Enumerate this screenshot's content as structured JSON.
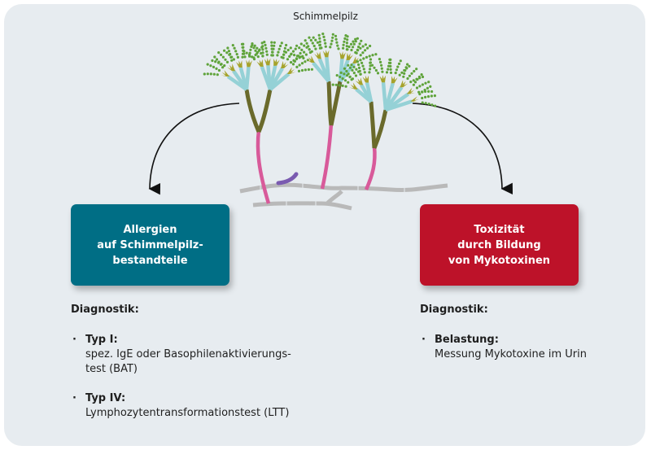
{
  "title": "Schimmelpilz",
  "colors": {
    "background_panel": "#e7ecf0",
    "allergy_box": "#006e85",
    "toxicity_box": "#bd1229",
    "spores": "#5fa33a",
    "phialides": "#a6a32c",
    "conidiophore_tips": "#95d1d6",
    "stalk_upper": "#6a6a2b",
    "stalk_lower": "#d85a9a",
    "hyphae": "#b9b9b9",
    "germ_tube": "#7a5bb0"
  },
  "illustration": {
    "label": "mold-illustration",
    "arrows": [
      "left-arrow",
      "right-arrow"
    ]
  },
  "left": {
    "box_lines": [
      "Allergien",
      "auf Schimmelpilz-",
      "bestandteile"
    ],
    "diagnostics_heading": "Diagnostik:",
    "items": [
      {
        "bullet": "·",
        "label": "Typ I:",
        "text_lines": [
          "spez. IgE oder Basophilenaktivierungs-",
          "test (BAT)"
        ]
      },
      {
        "bullet": "·",
        "label": "Typ IV:",
        "text_lines": [
          "Lymphozytentransformationstest (LTT)"
        ]
      }
    ]
  },
  "right": {
    "box_lines": [
      "Toxizität",
      "durch Bildung",
      "von Mykotoxinen"
    ],
    "diagnostics_heading": "Diagnostik:",
    "items": [
      {
        "bullet": "·",
        "label": "Belastung:",
        "text_lines": [
          "Messung Mykotoxine im Urin"
        ]
      }
    ]
  }
}
